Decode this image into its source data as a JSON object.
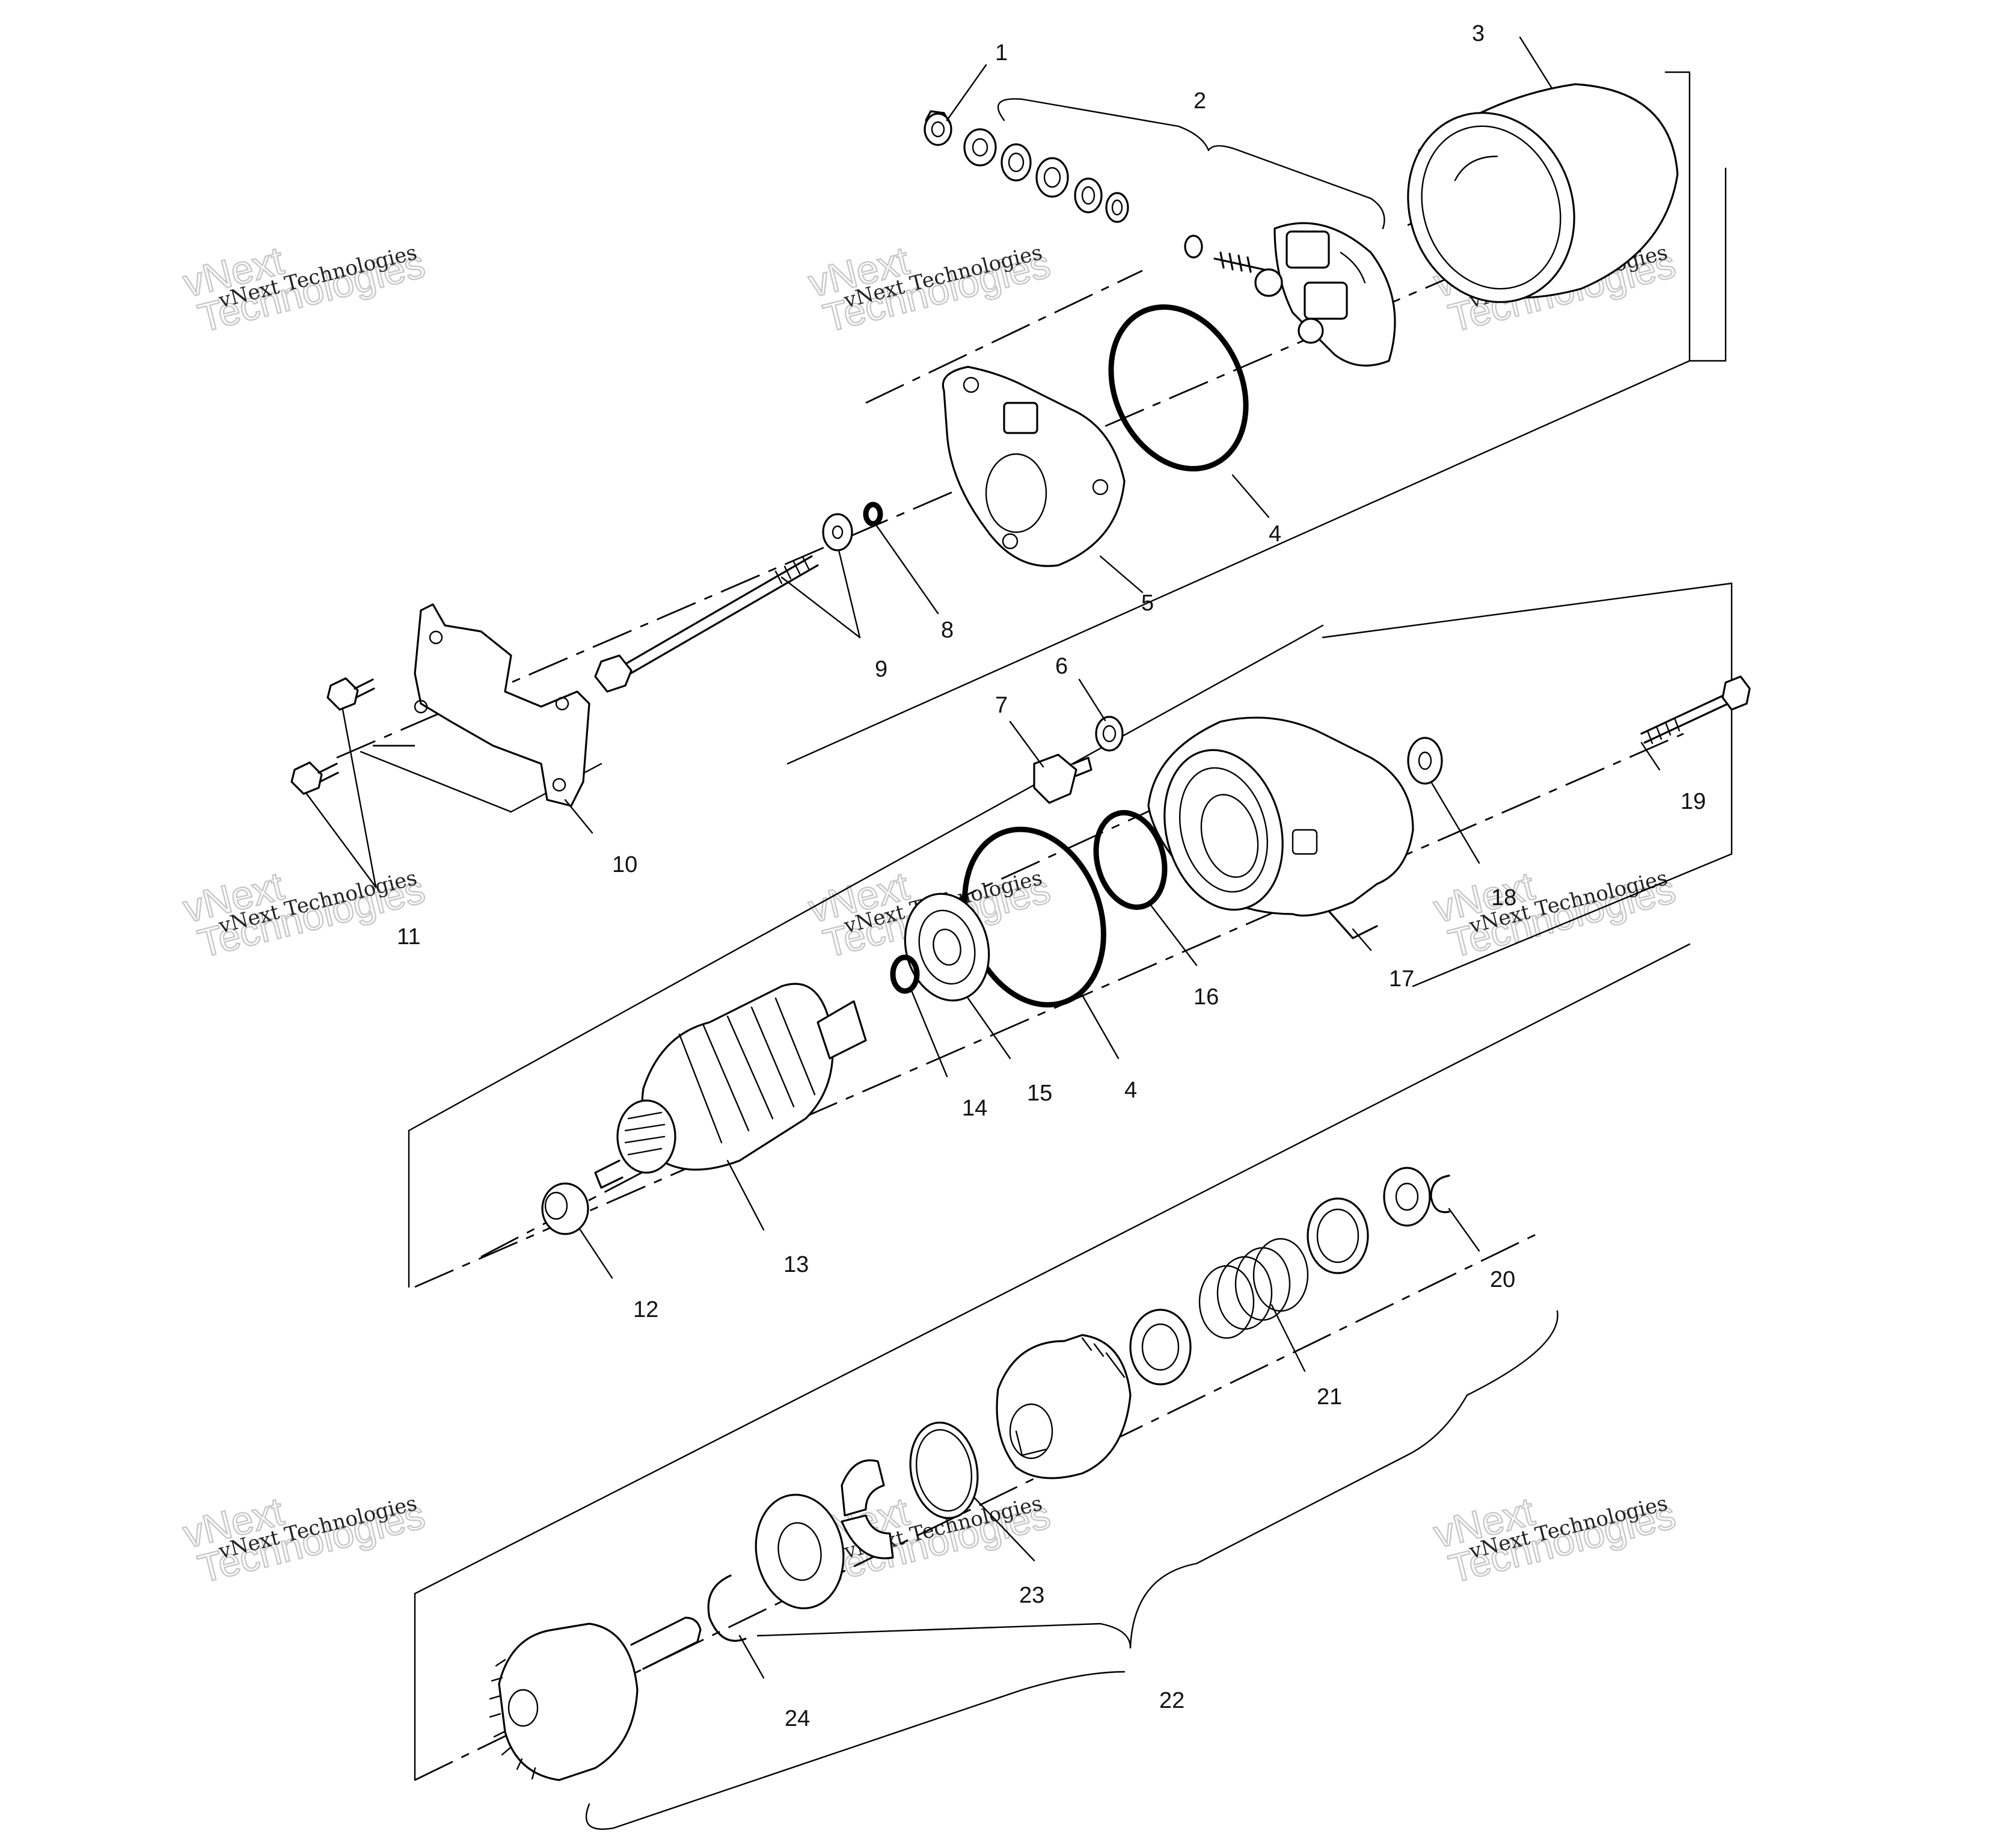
{
  "callouts": [
    "1",
    "2",
    "3",
    "4",
    "5",
    "6",
    "7",
    "8",
    "9",
    "10",
    "11",
    "12",
    "13",
    "14",
    "15",
    "16",
    "17",
    "18",
    "19",
    "20",
    "21",
    "22",
    "23",
    "24"
  ],
  "second_callout_4": "4",
  "watermark": {
    "line_small": "vNext Technologies",
    "line_big_1": "vNext",
    "line_big_2": "Technologies"
  }
}
